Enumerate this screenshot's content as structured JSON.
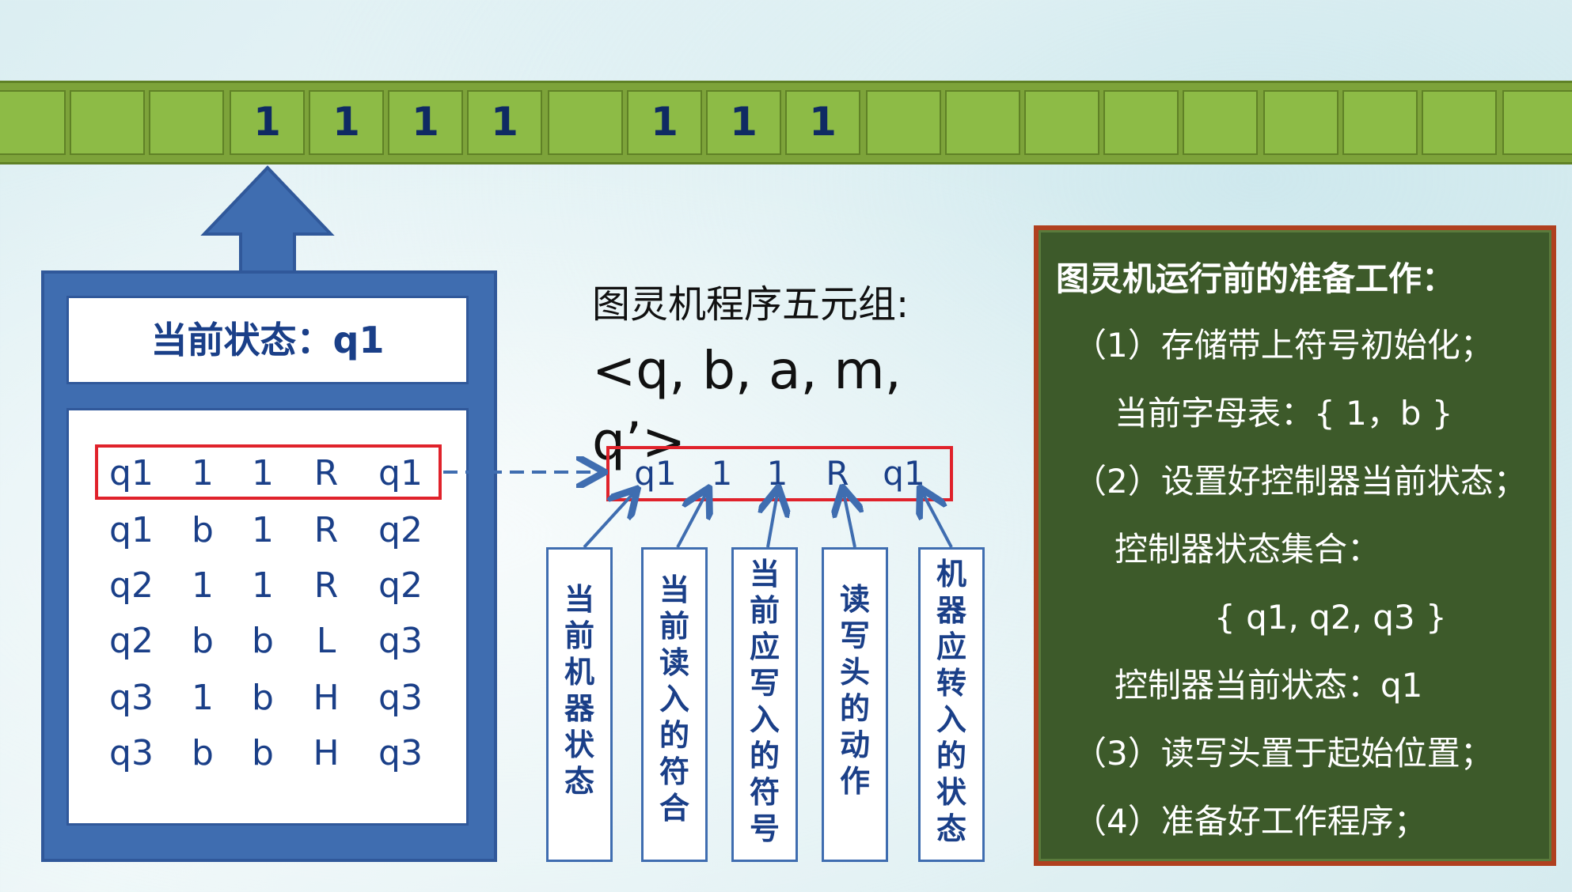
{
  "tape": {
    "cells": [
      "",
      "",
      "1",
      "1",
      "1",
      "1",
      "",
      "1",
      "1",
      "1",
      "",
      "",
      "",
      "",
      "",
      "",
      "",
      "",
      "",
      "",
      ""
    ]
  },
  "control": {
    "state_label": "当前状态：q1",
    "program": [
      [
        "q1",
        "1",
        "1",
        "R",
        "q1"
      ],
      [
        "q1",
        "b",
        "1",
        "R",
        "q2"
      ],
      [
        "q2",
        "1",
        "1",
        "R",
        "q2"
      ],
      [
        "q2",
        "b",
        "b",
        "L",
        "q3"
      ],
      [
        "q3",
        "1",
        "b",
        "H",
        "q3"
      ],
      [
        "q3",
        "b",
        "b",
        "H",
        "q3"
      ]
    ]
  },
  "five_tuple": {
    "title": "图灵机程序五元组:",
    "formula": "<q, b, a, m, q’>",
    "current": [
      "q1",
      "1",
      "1",
      "R",
      "q1"
    ],
    "labels": [
      [
        "当",
        "前",
        "机",
        "器",
        "状",
        "态"
      ],
      [
        "当",
        "前",
        "读",
        "入",
        "的",
        "符",
        "合"
      ],
      [
        "当",
        "前",
        "应",
        "写",
        "入",
        "的",
        "符",
        "号"
      ],
      [
        "读",
        "写",
        "头",
        "的",
        "动",
        "作"
      ],
      [
        "机",
        "器",
        "应",
        "转",
        "入",
        "的",
        "状",
        "态"
      ]
    ]
  },
  "notes": {
    "title": "图灵机运行前的准备工作：",
    "lines": [
      "（1）存储带上符号初始化；",
      "当前字母表：{ 1，b }",
      "（2）设置好控制器当前状态；",
      "控制器状态集合：",
      "{ q1, q2, q3 }",
      "控制器当前状态：q1",
      "（3）读写头置于起始位置；",
      "（4）准备好工作程序；"
    ]
  },
  "colors": {
    "tape": "#8dbb46",
    "panel_blue": "#3f6db0",
    "highlight_red": "#e0222b",
    "notes_bg": "#3d5a2a",
    "notes_border": "#b0401f",
    "text_blue": "#1a3f88"
  }
}
